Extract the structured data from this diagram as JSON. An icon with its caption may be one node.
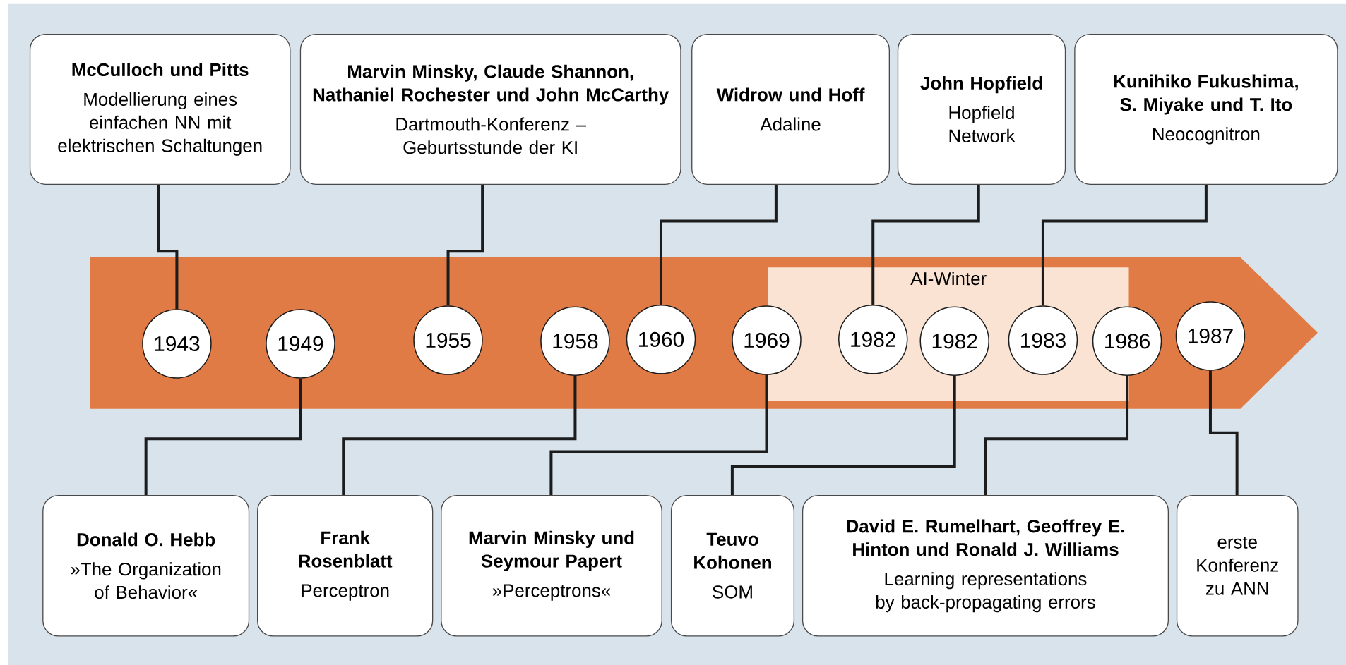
{
  "diagram": {
    "nodes": [
      {
        "text": [
          "McCulloch und Pitts",
          "Modellierung eines einfachen NN mit elektrischen Schaltungen"
        ]
      },
      {
        "text": [
          "Marvin Minsky, Claude Shannon, Nathaniel Rochester und John McCarthy",
          "Dartmouth-Konferenz – Geburtsstunde der KI"
        ]
      },
      {
        "text": [
          "Widrow und Hoff",
          "Adaline"
        ]
      },
      {
        "text": [
          "John Hopfield",
          "Hopfield Network"
        ]
      },
      {
        "text": [
          "Kunihiko Fukushima, S. Miyake und T. Ito",
          "Neocognitron"
        ]
      },
      {
        "text": [
          "AI-Winter"
        ]
      },
      {
        "text": [
          "1943"
        ]
      },
      {
        "text": [
          "1949"
        ]
      },
      {
        "text": [
          "1955"
        ]
      },
      {
        "text": [
          "1958"
        ]
      },
      {
        "text": [
          "1960"
        ]
      },
      {
        "text": [
          "1969"
        ]
      },
      {
        "text": [
          "1982"
        ],
        "in": 5
      },
      {
        "text": [
          "1982"
        ],
        "in": 5
      },
      {
        "text": [
          "1983"
        ],
        "in": 5
      },
      {
        "text": [
          "1986"
        ]
      },
      {
        "text": [
          "1987"
        ]
      },
      {
        "text": [
          "Donald O. Hebb",
          "»The Organization of Behavior«"
        ]
      },
      {
        "text": [
          "Frank Rosenblatt",
          "Perceptron"
        ]
      },
      {
        "text": [
          "Marvin Minsky und Seymour Papert",
          "»Perceptrons«"
        ]
      },
      {
        "text": [
          "Teuvo Kohonen",
          "SOM"
        ]
      },
      {
        "text": [
          "David E. Rumelhart, Geoffrey E. Hinton und Ronald J. Williams",
          "Learning representations by back-propagating errors"
        ]
      },
      {
        "text": [
          "erste Konferenz zu ANN"
        ]
      }
    ],
    "edges": [
      {
        "from": 0,
        "to": 6,
        "arrow": "none"
      },
      {
        "from": 1,
        "to": 8,
        "arrow": "none"
      },
      {
        "from": 2,
        "to": 10,
        "arrow": "none"
      },
      {
        "from": 3,
        "to": 12,
        "arrow": "none"
      },
      {
        "from": 4,
        "to": 14,
        "arrow": "none"
      },
      {
        "from": 17,
        "to": 7,
        "arrow": "none"
      },
      {
        "from": 18,
        "to": 9,
        "arrow": "none"
      },
      {
        "from": 19,
        "to": 11,
        "arrow": "none"
      },
      {
        "from": 20,
        "to": 13,
        "arrow": "none"
      },
      {
        "from": 21,
        "to": 15,
        "arrow": "none"
      },
      {
        "from": 22,
        "to": 16,
        "arrow": "none"
      }
    ]
  }
}
